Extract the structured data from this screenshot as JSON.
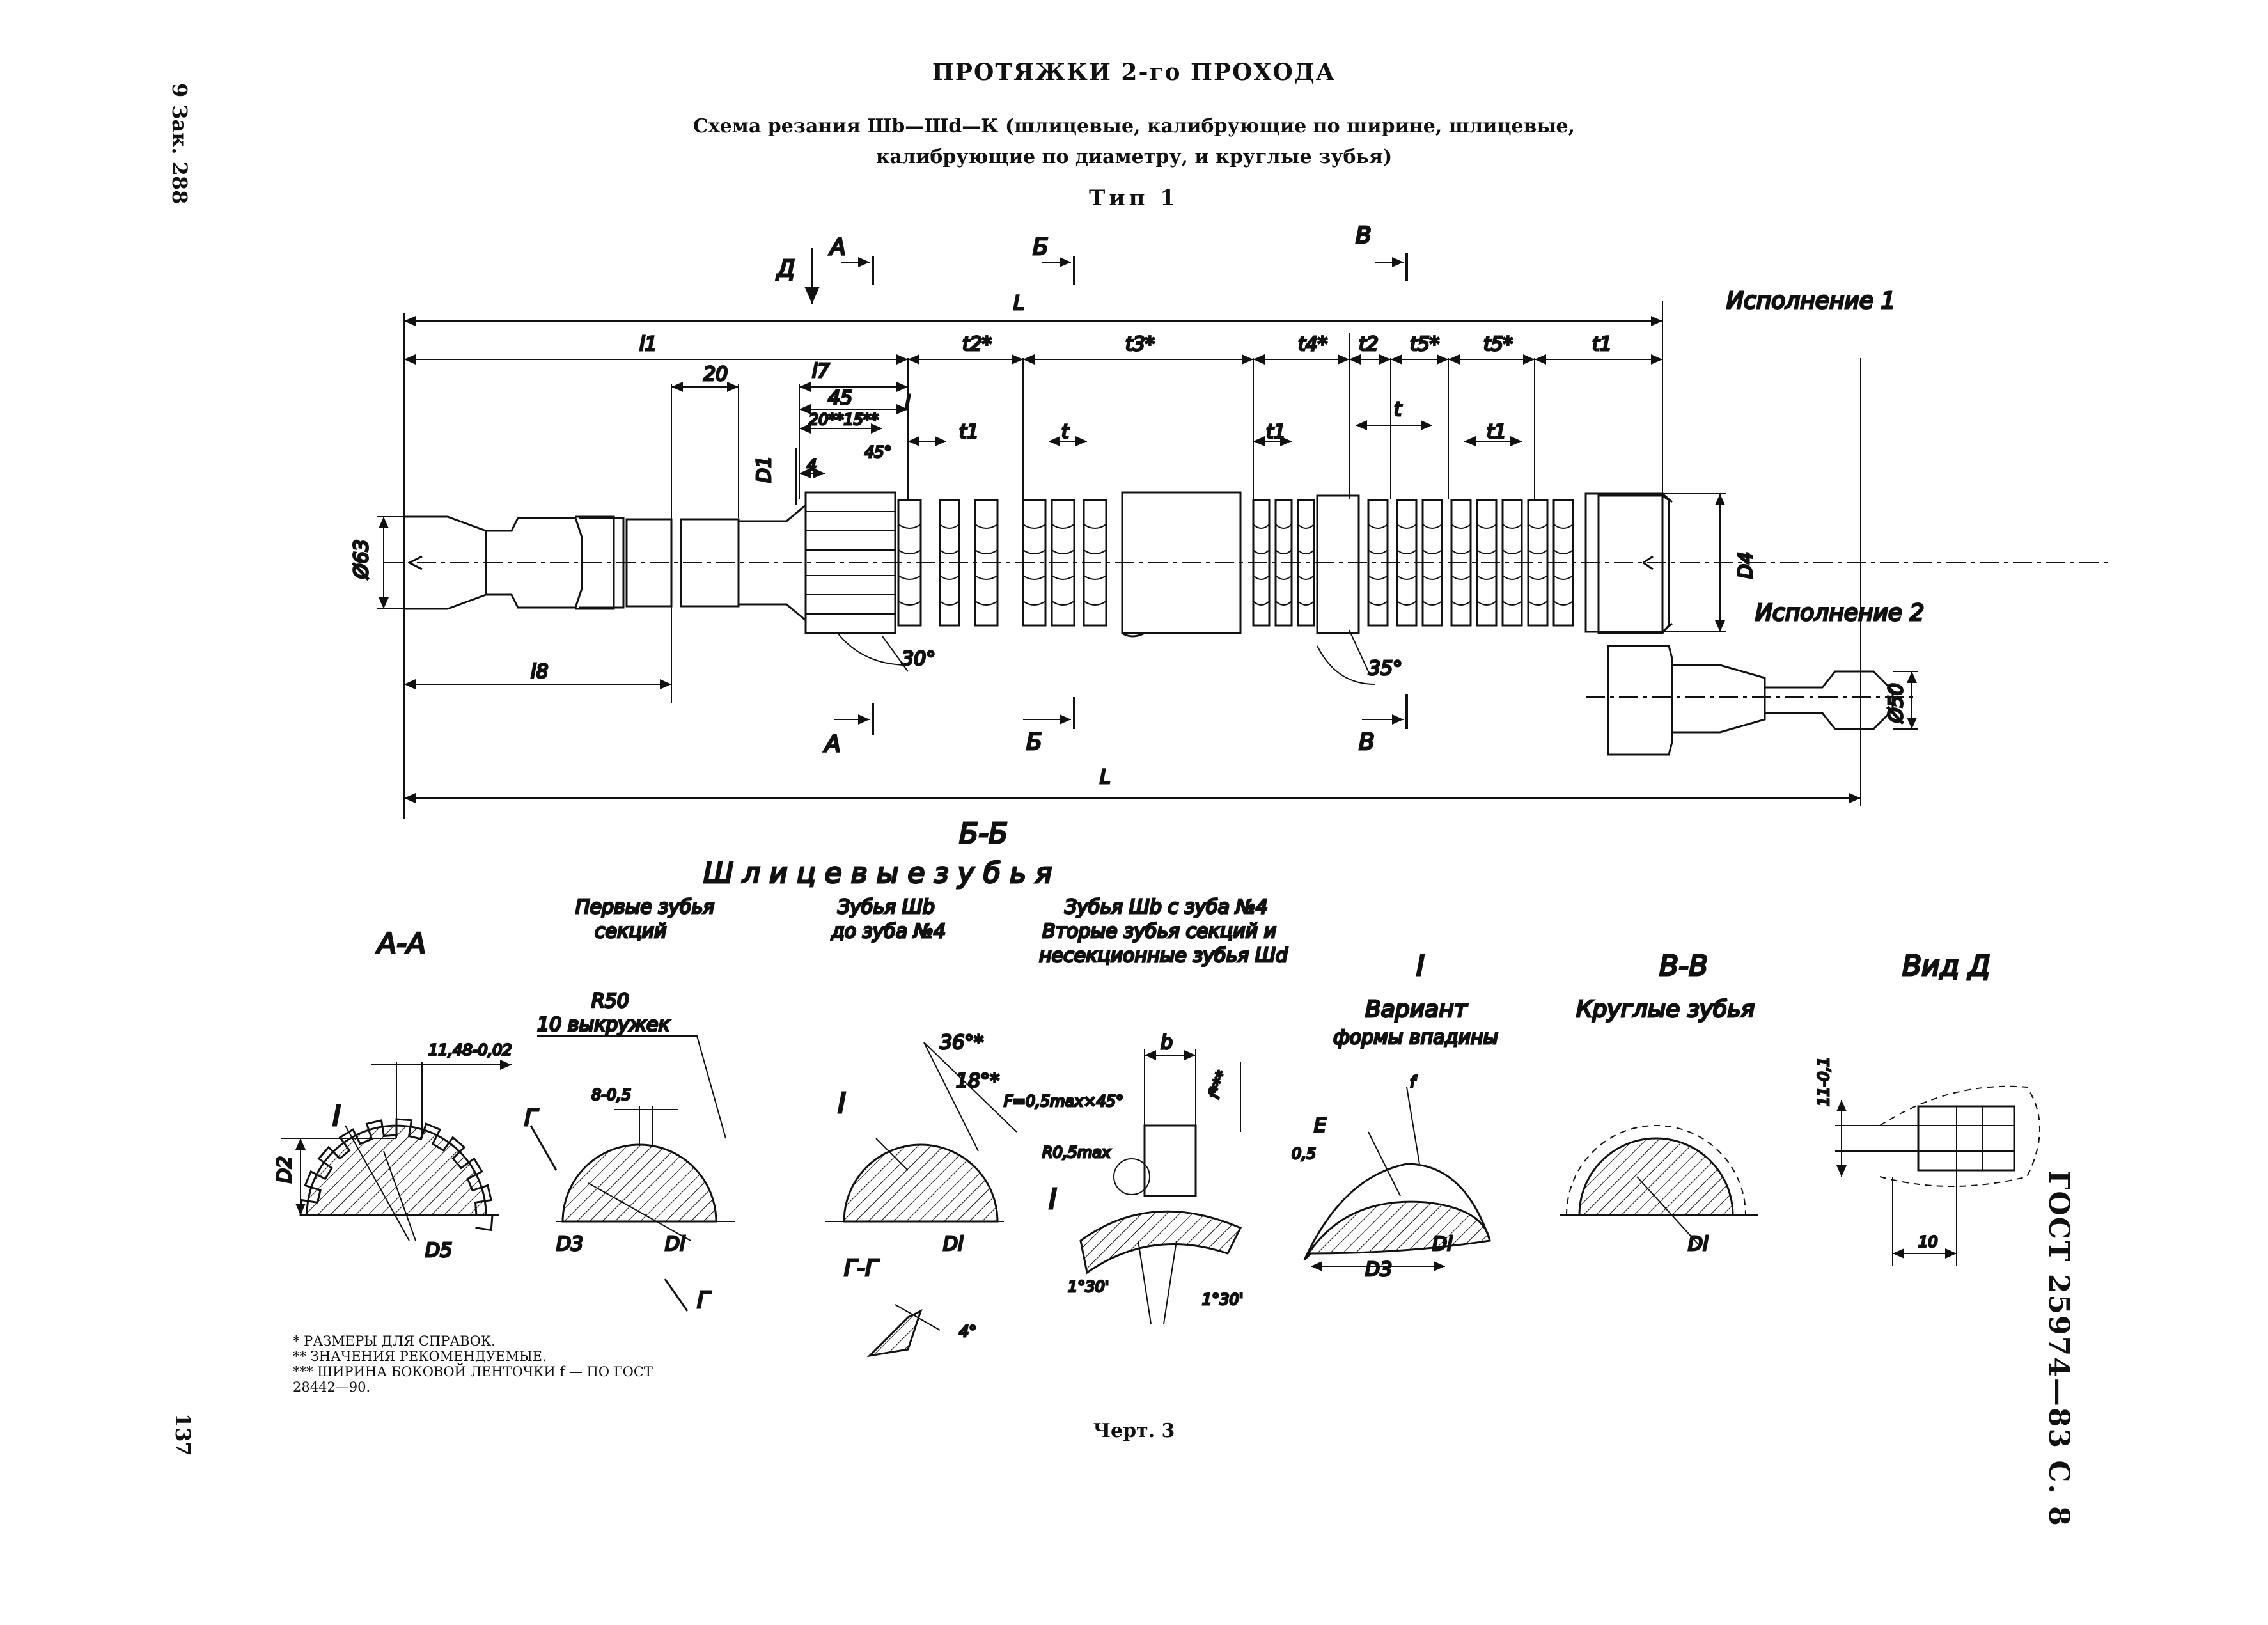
{
  "side_note": "9 Зак. 288",
  "page_number": "137",
  "header": {
    "title": "ПРОТЯЖКИ 2-го ПРОХОДА",
    "subtitle_line1": "Схема резания Шb—Шd—К (шлицевые, калибрующие по ширине, шлицевые,",
    "subtitle_line2": "калибрующие по диаметру, и круглые зубья)",
    "type": "Тип 1"
  },
  "standard": "ГОСТ 25974—83 С. 8",
  "figure_caption": "Черт. 3",
  "drawing": {
    "variant1": "Исполнение 1",
    "variant2": "Исполнение 2",
    "view_d": "Д",
    "cut_a": "А",
    "cut_b": "Б",
    "cut_v": "В",
    "dims": {
      "L": "L",
      "l1": "l1",
      "l7": "l7",
      "l8": "l8",
      "t": "t",
      "t1": "t1",
      "t2": "t2",
      "t2s": "t2*",
      "t3s": "t3*",
      "t4s": "t4*",
      "t5s": "t5*",
      "d20": "20",
      "d45": "45",
      "d20_15": "20**15**",
      "d4": "4",
      "a45": "45°",
      "D1": "D1",
      "D4": "D4",
      "phi63": "Ø63",
      "phi50": "Ø50",
      "a30": "30°",
      "a35": "35°",
      "lsmall": "l"
    }
  },
  "sections": {
    "bb_title": "Б-Б",
    "bb_subtitle": "Ш л и ц е в ы е   з у б ь я",
    "first_teeth_1": "Первые зубья",
    "first_teeth_2": "секций",
    "shb_1": "Зубья Шb",
    "shb_2": "до зуба №4",
    "shb4_1": "Зубья Шb с зуба №4",
    "shb4_2": "Вторые зубья секций и",
    "shb4_3": "несекционные зубья Шd",
    "aa_title": "А-А",
    "i_title": "I",
    "variant_1": "Вариант",
    "variant_2": "формы впадины",
    "vv_title": "В-В",
    "round_teeth": "Круглые зубья",
    "view_d_title": "Вид Д",
    "r50": "R50",
    "vykruzhek": "10 выкружек",
    "d1148": "11,48-0,02",
    "d8": "8-0,5",
    "D2": "D2",
    "D5": "D5",
    "D3": "D3",
    "Di": "Di",
    "I": "I",
    "G": "Г",
    "GG": "Г-Г",
    "a4": "4°",
    "a36": "36°*",
    "a18": "18°*",
    "chamfer": "F=0,5max×45°",
    "r05": "R0,5max",
    "b": "b",
    "fss": "f***",
    "a130": "1°30'",
    "E": "E",
    "d05": "0,5",
    "f": "f",
    "d11": "11-0,1",
    "d10": "10"
  },
  "notes": [
    "* РАЗМЕРЫ ДЛЯ СПРАВОК.",
    "** ЗНАЧЕНИЯ РЕКОМЕНДУЕМЫЕ.",
    "*** ШИРИНА БОКОВОЙ ЛЕНТОЧКИ f — ПО ГОСТ",
    "28442—90."
  ]
}
